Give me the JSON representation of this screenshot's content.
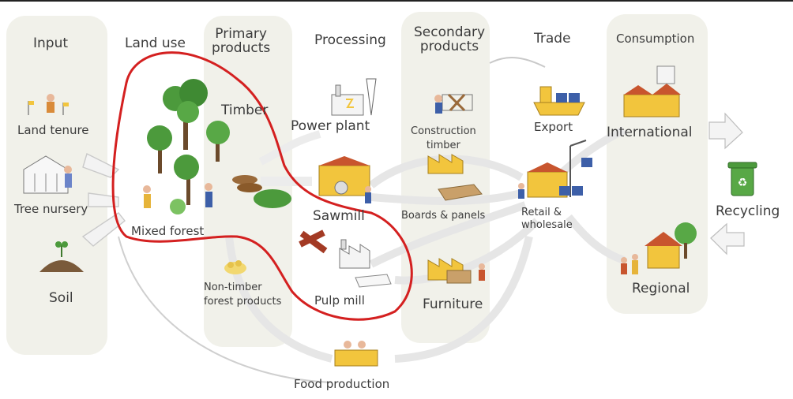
{
  "columns": {
    "input": "Input",
    "land_use": "Land use",
    "primary": "Primary\nproducts",
    "processing": "Processing",
    "secondary": "Secondary\nproducts",
    "trade": "Trade",
    "consumption": "Consumption"
  },
  "nodes": {
    "land_tenure": "Land tenure",
    "tree_nursery": "Tree nursery",
    "soil": "Soil",
    "mixed_forest": "Mixed forest",
    "timber": "Timber",
    "non_timber": "Non-timber\nforest products",
    "power_plant": "Power plant",
    "sawmill": "Sawmill",
    "pulp_mill": "Pulp mill",
    "construction_timber": "Construction\ntimber",
    "boards_panels": "Boards & panels",
    "furniture": "Furniture",
    "export": "Export",
    "retail_wholesale": "Retail &\nwholesale",
    "international": "International",
    "regional": "Regional",
    "recycling": "Recycling",
    "food_production": "Food production"
  },
  "colors": {
    "highlight": "#d42020",
    "band": "#efefe6",
    "flow": "#e4e4e4",
    "tree": "#4c9a3c",
    "building": "#f2c53d",
    "roof": "#c8552e"
  }
}
